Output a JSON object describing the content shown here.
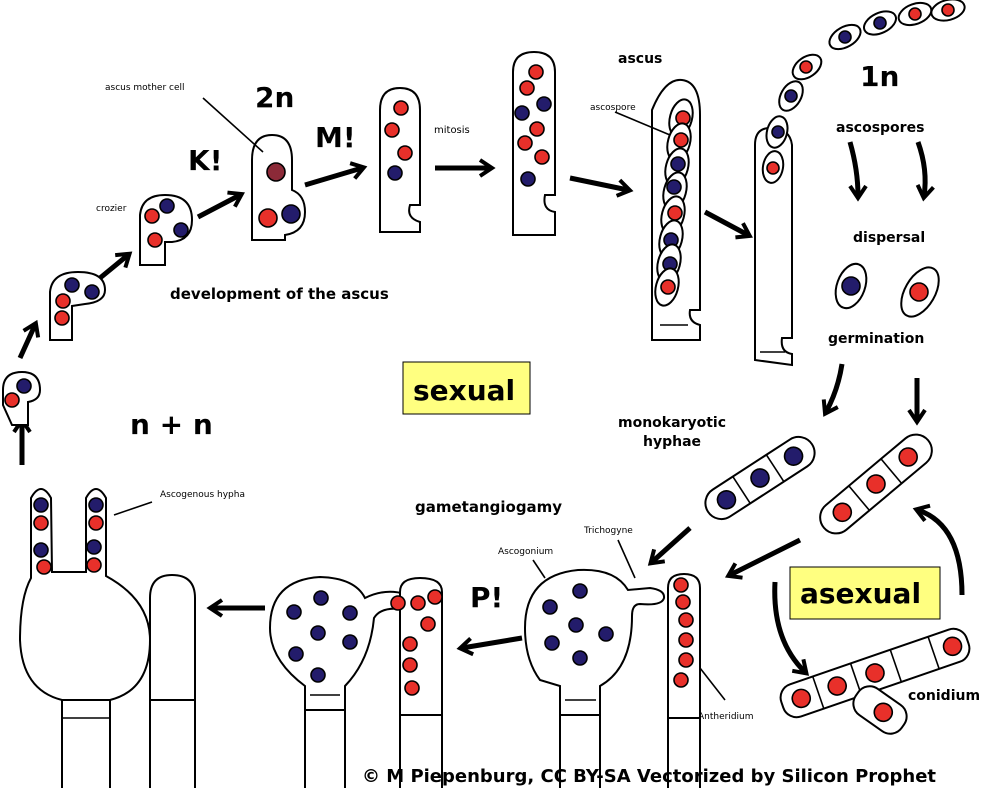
{
  "labels": {
    "ascus_mother_cell": "ascus mother cell",
    "two_n": "2n",
    "k_excl": "K!",
    "m_excl": "M!",
    "mitosis": "mitosis",
    "ascus": "ascus",
    "ascospore": "ascospore",
    "one_n": "1n",
    "ascospores": "ascospores",
    "crozier": "crozier",
    "development": "development of the ascus",
    "dispersal": "dispersal",
    "germination": "germination",
    "sexual": "sexual",
    "n_plus_n": "n + n",
    "monokaryotic_1": "monokaryotic",
    "monokaryotic_2": "hyphae",
    "ascogenous_hypha": "Ascogenous hypha",
    "gametangiogamy": "gametangiogamy",
    "ascogonium": "Ascogonium",
    "trichogyne": "Trichogyne",
    "p_excl": "P!",
    "asexual": "asexual",
    "conidium": "conidium",
    "antheridium": "Antheridium",
    "credit": "© M Piepenburg, CC BY-SA Vectorized by Silicon Prophet"
  },
  "colors": {
    "nucleus_n_red": "#e8302a",
    "nucleus_n_blue": "#231c6b",
    "nucleus_2n": "#8c2a38",
    "label_box": "#ffff80"
  }
}
